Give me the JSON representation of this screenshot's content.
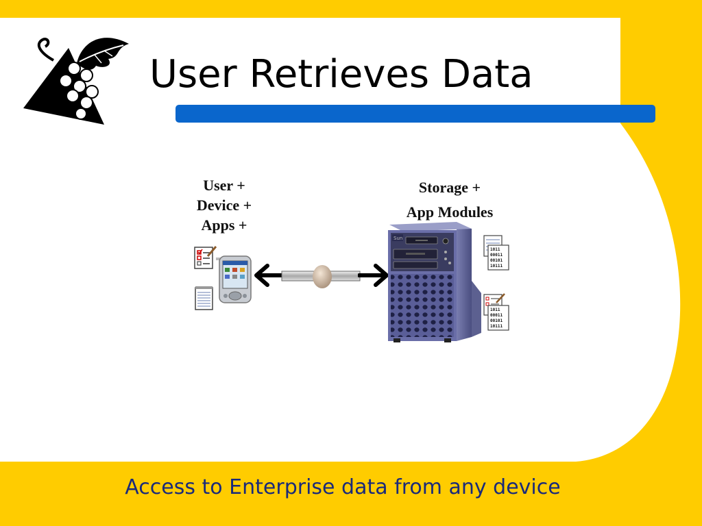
{
  "slide": {
    "title": "User Retrieves Data",
    "footer": "Access to Enterprise data from any device"
  },
  "diagram": {
    "client_lines": [
      "User +",
      "Device +",
      "Apps +"
    ],
    "server_lines": [
      "Storage +",
      "App Modules"
    ],
    "binary_lines": [
      "1011",
      "00011",
      "00101",
      "10111"
    ]
  },
  "colors": {
    "background": "#ffcc00",
    "panel": "#ffffff",
    "accent_bar": "#0a66cc",
    "title": "#000000",
    "footer_text": "#1a2a7a"
  },
  "icons": [
    "grapes-logo-icon",
    "checklist-document-icon",
    "notepad-icon",
    "pda-device-icon",
    "left-arrow-icon",
    "cable-connector-icon",
    "right-arrow-icon",
    "server-tower-icon",
    "binary-document-icon"
  ]
}
